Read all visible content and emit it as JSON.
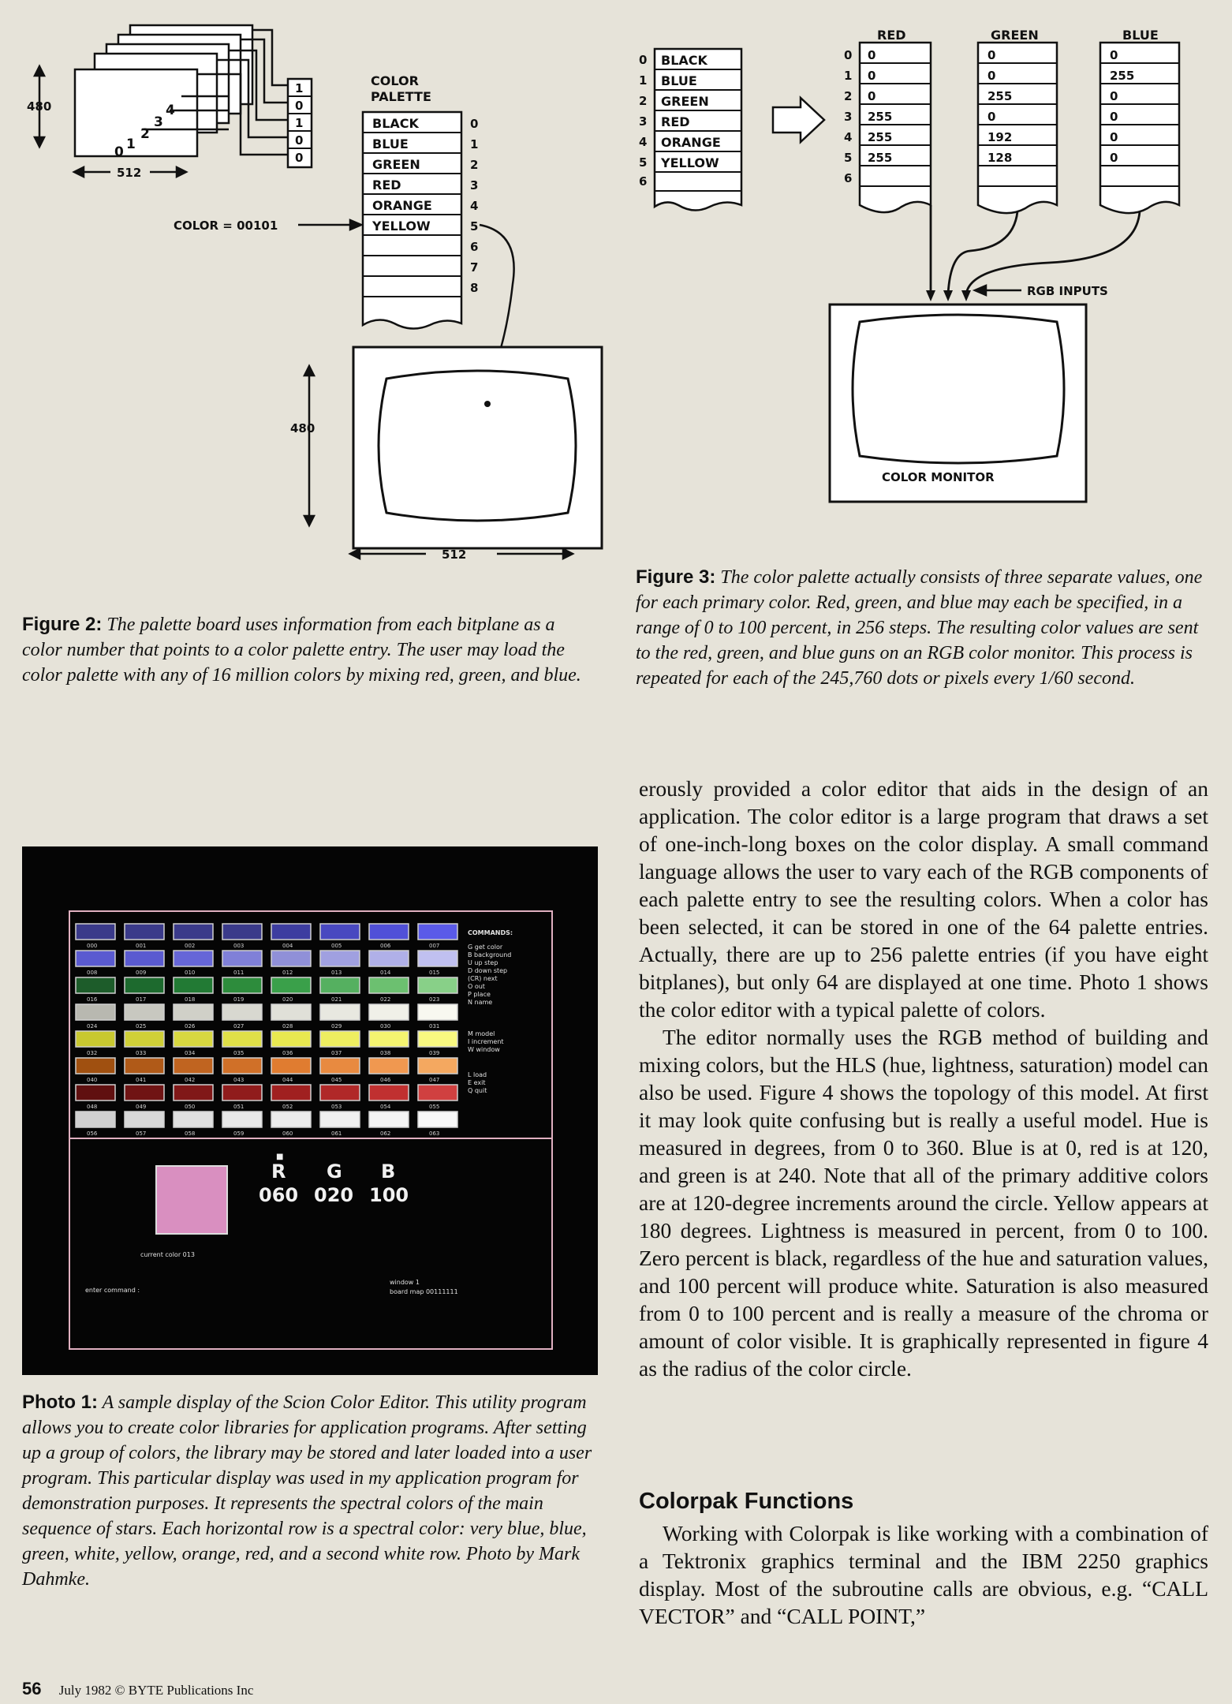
{
  "figure2": {
    "dim_480_top": "480",
    "dim_512_top": "512",
    "plane_labels": [
      "0",
      "1",
      "2",
      "3",
      "4"
    ],
    "bits": [
      "1",
      "0",
      "1",
      "0",
      "0"
    ],
    "palette_title_line1": "COLOR",
    "palette_title_line2": "PALETTE",
    "palette_entries": [
      "BLACK",
      "BLUE",
      "GREEN",
      "RED",
      "ORANGE",
      "YELLOW",
      "",
      "",
      ""
    ],
    "palette_index": [
      "0",
      "1",
      "2",
      "3",
      "4",
      "5",
      "6",
      "7",
      "8"
    ],
    "color_label": "COLOR = 00101",
    "dim_480_bottom": "480",
    "dim_512_bottom": "512",
    "caption_label": "Figure 2:",
    "caption_text": "The palette board uses information from each bitplane as a color number that points to a color palette entry. The user may load the color palette with any of 16 million colors by mixing red, green, and blue."
  },
  "figure3": {
    "col_headers": [
      "RED",
      "GREEN",
      "BLUE"
    ],
    "palette_entries": [
      "BLACK",
      "BLUE",
      "GREEN",
      "RED",
      "ORANGE",
      "YELLOW",
      ""
    ],
    "index": [
      "0",
      "1",
      "2",
      "3",
      "4",
      "5",
      "6"
    ],
    "red": [
      "0",
      "0",
      "0",
      "255",
      "255",
      "255"
    ],
    "green": [
      "0",
      "0",
      "255",
      "0",
      "192",
      "128"
    ],
    "blue": [
      "0",
      "255",
      "0",
      "0",
      "0",
      "0"
    ],
    "rgb_inputs": "RGB INPUTS",
    "monitor_label": "COLOR MONITOR",
    "caption_label": "Figure 3:",
    "caption_text": "The color palette actually consists of three separate values, one for each primary color. Red, green, and blue may each be specified, in a range of 0 to 100 percent, in 256 steps. The resulting color values are sent to the red, green, and blue guns on an RGB color monitor. This process is repeated for each of the 245,760 dots or pixels every 1/60 second."
  },
  "photo1": {
    "caption_label": "Photo 1:",
    "caption_text": "A sample display of the Scion Color Editor. This utility program allows you to create color libraries for application programs. After setting up a group of colors, the library may be stored and later loaded into a user program. This particular display was used in my application program for demonstration purposes. It represents the spectral colors of the main sequence of stars. Each horizontal row is a spectral color: very blue, blue, green, white, yellow, orange, red, and a second white row. Photo by Mark Dahmke.",
    "screen": {
      "commands_title": "COMMANDS:",
      "commands": [
        "G get color",
        "B background",
        "U up step",
        "D down step",
        "(CR) next",
        "O out",
        "P place",
        "N name",
        "",
        "M model",
        "I increment",
        "W window",
        "",
        "L load",
        "E exit",
        "Q quit"
      ],
      "rgb_labels": [
        "R",
        "G",
        "B"
      ],
      "rgb_values": [
        "060",
        "020",
        "100"
      ],
      "current_color": "current color 013",
      "enter_command": "enter command :",
      "window_label": "window 1",
      "board_map": "board map 00111111",
      "swatch_color": "#d98fc0",
      "rows": [
        {
          "colors": [
            "#3a3a8a",
            "#3a3a8a",
            "#3a3a8a",
            "#3a3a8a",
            "#3d3da0",
            "#4848c0",
            "#5050d8",
            "#5a5ae8"
          ],
          "labels": [
            "000",
            "001",
            "002",
            "003",
            "004",
            "005",
            "006",
            "007"
          ]
        },
        {
          "colors": [
            "#5a5ad0",
            "#5a5ad0",
            "#6666d8",
            "#8080d8",
            "#9090d8",
            "#a0a0e0",
            "#b0b0e8",
            "#c0c0f0"
          ],
          "labels": [
            "008",
            "009",
            "010",
            "011",
            "012",
            "013",
            "014",
            "015"
          ]
        },
        {
          "colors": [
            "#1d5c2a",
            "#1d6a2e",
            "#227a34",
            "#2d8c3c",
            "#3aa04a",
            "#55b060",
            "#6cc070",
            "#88d088"
          ],
          "labels": [
            "016",
            "017",
            "018",
            "019",
            "020",
            "021",
            "022",
            "023"
          ]
        },
        {
          "colors": [
            "#b8b8b0",
            "#c8c8c0",
            "#d0d0c8",
            "#d8d8d0",
            "#e0e0d8",
            "#e8e8e0",
            "#f0f0e8",
            "#f8f8f0"
          ],
          "labels": [
            "024",
            "025",
            "026",
            "027",
            "028",
            "029",
            "030",
            "031"
          ]
        },
        {
          "colors": [
            "#c8c830",
            "#d0d038",
            "#d8d840",
            "#e0e048",
            "#e8e850",
            "#eeee60",
            "#f4f470",
            "#f8f880"
          ],
          "labels": [
            "032",
            "033",
            "034",
            "035",
            "036",
            "037",
            "038",
            "039"
          ]
        },
        {
          "colors": [
            "#a05010",
            "#b05a18",
            "#c06420",
            "#d07028",
            "#e07c30",
            "#e88a40",
            "#f09850",
            "#f4a860"
          ],
          "labels": [
            "040",
            "041",
            "042",
            "043",
            "044",
            "045",
            "046",
            "047"
          ]
        },
        {
          "colors": [
            "#601010",
            "#701414",
            "#801818",
            "#901c1c",
            "#a02020",
            "#b02828",
            "#c03030",
            "#d04040"
          ],
          "labels": [
            "048",
            "049",
            "050",
            "051",
            "052",
            "053",
            "054",
            "055"
          ]
        },
        {
          "colors": [
            "#d0d0d0",
            "#d8d8d8",
            "#e0e0e0",
            "#e8e8e8",
            "#ececec",
            "#f0f0f0",
            "#f4f4f4",
            "#f8f8f8"
          ],
          "labels": [
            "056",
            "057",
            "058",
            "059",
            "060",
            "061",
            "062",
            "063"
          ]
        }
      ]
    }
  },
  "body": {
    "paragraphs": [
      "erously provided a color editor that aids in the design of an application. The color editor is a large program that draws a set of one-inch-long boxes on the color display. A small command language allows the user to vary each of the RGB components of each palette entry to see the resulting colors. When a color has been selected, it can be stored in one of the 64 palette entries. Actually, there are up to 256 palette entries (if you have eight bitplanes), but only 64 are displayed at one time. Photo 1 shows the color editor with a typical palette of colors.",
      "The editor normally uses the RGB method of building and mixing colors, but the HLS (hue, lightness, saturation) model can also be used. Figure 4 shows the topology of this model. At first it may look quite confusing but is really a useful model. Hue is measured in degrees, from 0 to 360. Blue is at 0, red is at 120, and green is at 240. Note that all of the primary additive colors are at 120-degree increments around the circle. Yellow appears at 180 degrees. Lightness is measured in percent, from 0 to 100. Zero percent is black, regardless of the hue and saturation values, and 100 percent will produce white. Saturation is also measured from 0 to 100 percent and is really a measure of the chroma or amount of color visible. It is graphically represented in figure 4 as the radius of the color circle."
    ],
    "subhead": "Colorpak Functions",
    "paragraph3": "Working with Colorpak is like working with a combination of a Tektronix graphics terminal and the IBM 2250 graphics display. Most of the subroutine calls are obvious, e.g. “CALL VECTOR” and “CALL POINT,”"
  },
  "footer": {
    "page_number": "56",
    "text": "July 1982 © BYTE Publications Inc"
  }
}
